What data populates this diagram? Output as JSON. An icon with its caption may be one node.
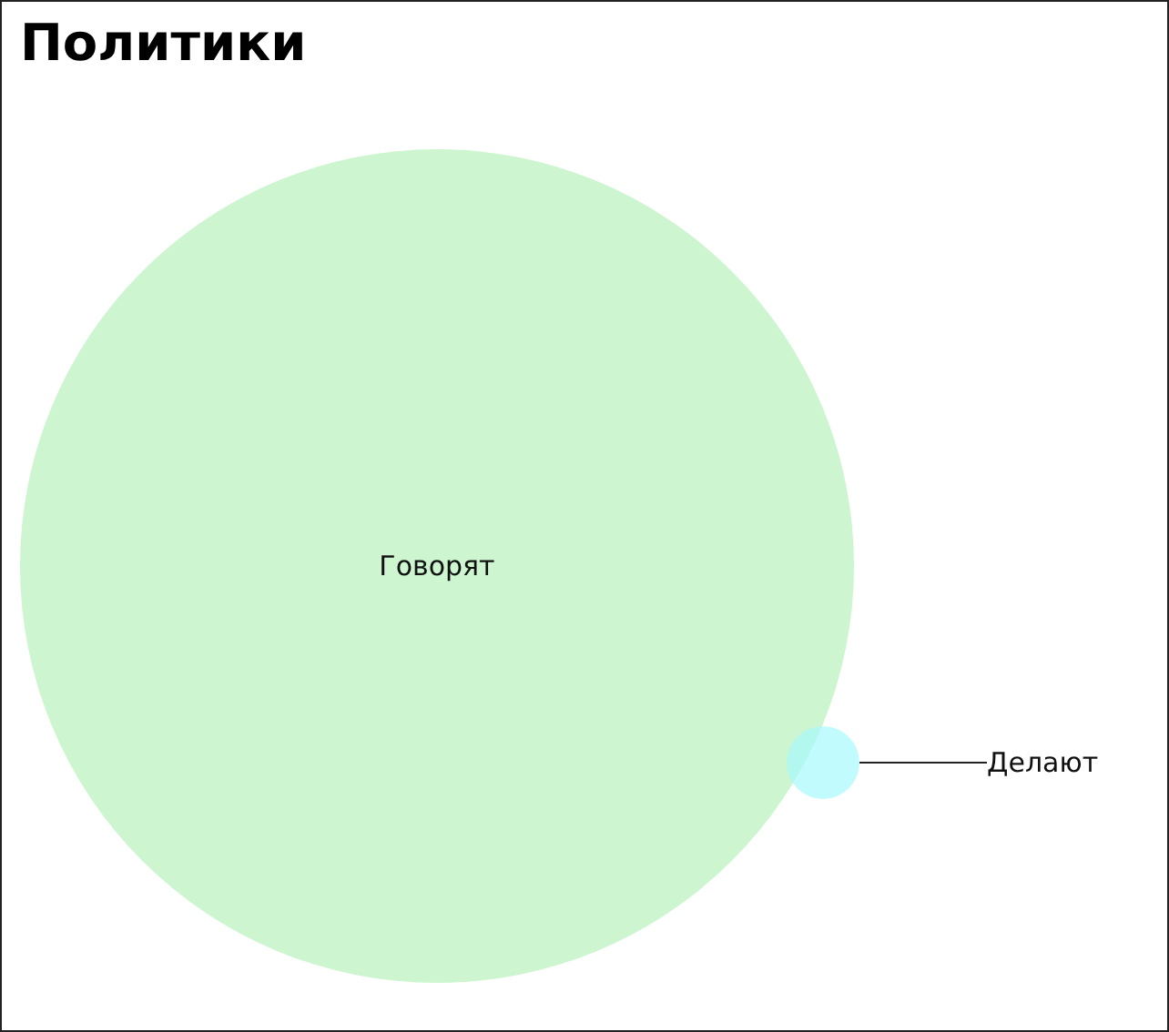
{
  "diagram": {
    "title": "Политики",
    "nodes": [
      {
        "text": [
          "Говорят"
        ]
      },
      {
        "text": [],
        "shape": "circle"
      },
      {
        "text": [
          "Делают"
        ]
      }
    ],
    "edges": [
      {
        "from": 2,
        "to": 1,
        "arrow": "none"
      }
    ]
  }
}
